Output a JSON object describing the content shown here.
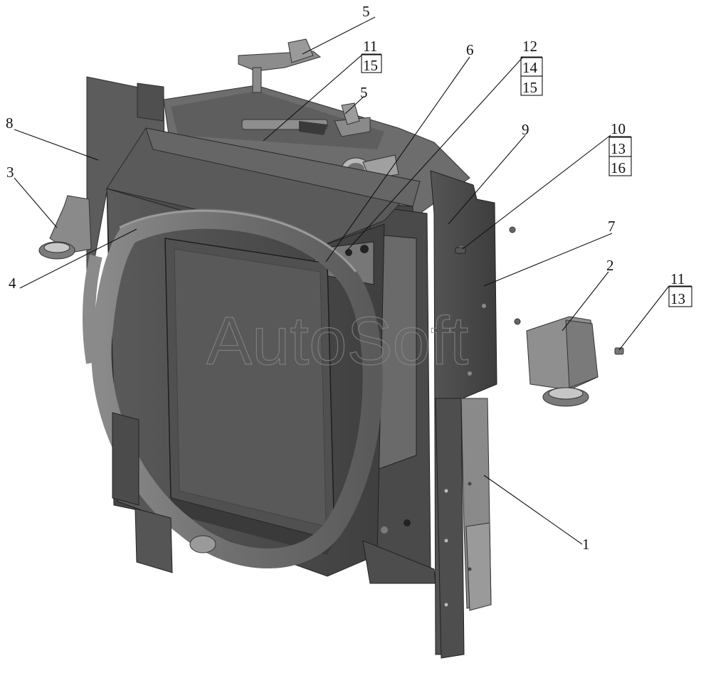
{
  "watermark": "AutoSoft",
  "callouts": [
    {
      "id": "c5a",
      "lines": [
        "5"
      ]
    },
    {
      "id": "c11a",
      "lines": [
        "11",
        "15"
      ]
    },
    {
      "id": "c6",
      "lines": [
        "6"
      ]
    },
    {
      "id": "c12",
      "lines": [
        "12",
        "14",
        "15"
      ]
    },
    {
      "id": "c5b",
      "lines": [
        "5"
      ]
    },
    {
      "id": "c8",
      "lines": [
        "8"
      ]
    },
    {
      "id": "c9",
      "lines": [
        "9"
      ]
    },
    {
      "id": "c10",
      "lines": [
        "10",
        "13",
        "16"
      ]
    },
    {
      "id": "c3",
      "lines": [
        "3"
      ]
    },
    {
      "id": "c7",
      "lines": [
        "7"
      ]
    },
    {
      "id": "c4",
      "lines": [
        "4"
      ]
    },
    {
      "id": "c2",
      "lines": [
        "2"
      ]
    },
    {
      "id": "c11b",
      "lines": [
        "11",
        "13"
      ]
    },
    {
      "id": "c1",
      "lines": [
        "1"
      ]
    }
  ]
}
